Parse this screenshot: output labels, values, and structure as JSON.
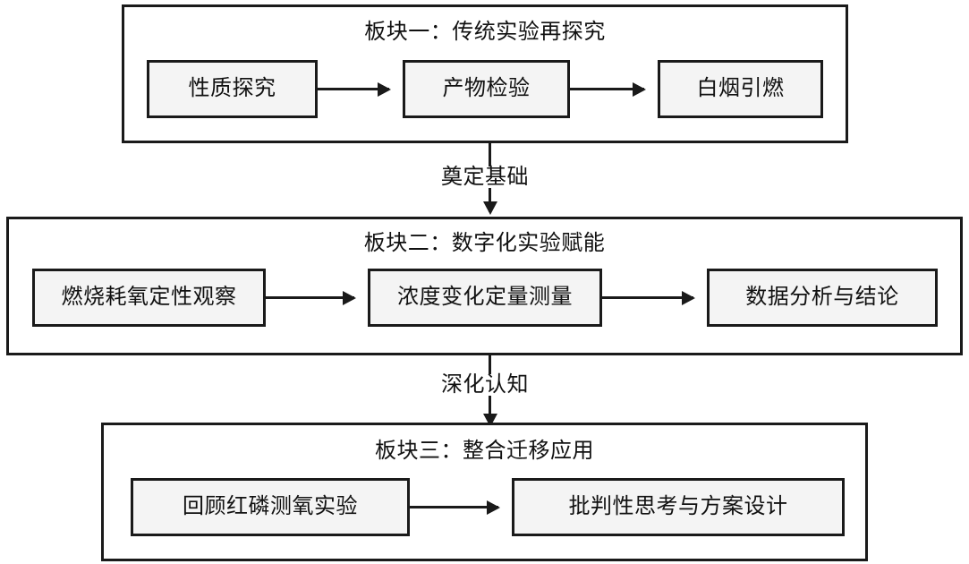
{
  "diagram": {
    "type": "flowchart",
    "orientation": "top-to-bottom",
    "sections": [
      {
        "id": "section-1",
        "title": "板块一：传统实验再探究",
        "nodes": [
          {
            "id": "s1-n1",
            "label": "性质探究"
          },
          {
            "id": "s1-n2",
            "label": "产物检验"
          },
          {
            "id": "s1-n3",
            "label": "白烟引燃"
          }
        ],
        "flow": "性质探究 → 产物检验 → 白烟引燃"
      },
      {
        "id": "section-2",
        "title": "板块二：数字化实验赋能",
        "nodes": [
          {
            "id": "s2-n1",
            "label": "燃烧耗氧定性观察"
          },
          {
            "id": "s2-n2",
            "label": "浓度变化定量测量"
          },
          {
            "id": "s2-n3",
            "label": "数据分析与结论"
          }
        ],
        "flow": "燃烧耗氧定性观察 → 浓度变化定量测量 → 数据分析与结论"
      },
      {
        "id": "section-3",
        "title": "板块三：整合迁移应用",
        "nodes": [
          {
            "id": "s3-n1",
            "label": "回顾红磷测氧实验"
          },
          {
            "id": "s3-n2",
            "label": "批判性思考与方案设计"
          }
        ],
        "flow": "回顾红磷测氧实验 → 批判性思考与方案设计"
      }
    ],
    "connectors": [
      {
        "id": "c1",
        "from": "section-1",
        "to": "section-2",
        "label": "奠定基础"
      },
      {
        "id": "c2",
        "from": "section-2",
        "to": "section-3",
        "label": "深化认知"
      }
    ],
    "colors": {
      "stroke": "#1a1a1a",
      "node_fill": "#f4f4f4",
      "panel_fill": "#ffffff",
      "text": "#111111",
      "background": "#ffffff"
    }
  }
}
